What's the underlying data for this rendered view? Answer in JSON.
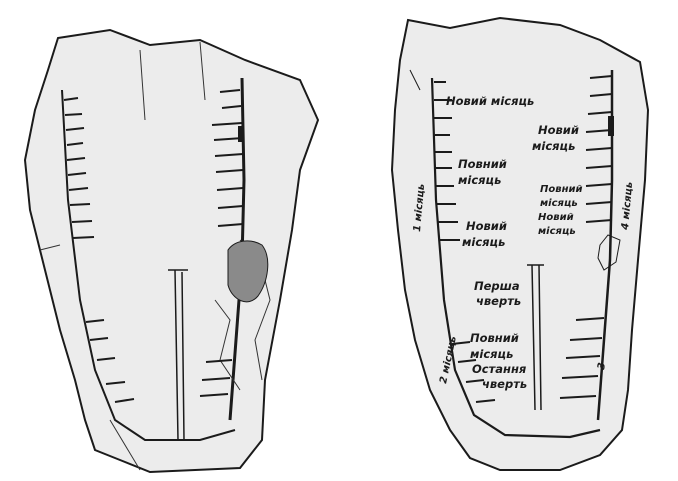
{
  "figure": {
    "labels": {
      "new_moon_1": "Новий місяць",
      "new_moon_2_a": "Новий",
      "new_moon_2_b": "місяць",
      "full_moon_1_a": "Повний",
      "full_moon_1_b": "місяць",
      "full_moon_2_a": "Повний",
      "full_moon_2_b": "місяць",
      "new_moon_3_a": "Новий",
      "new_moon_3_b": "місяць",
      "new_moon_4_a": "Новий",
      "new_moon_4_b": "місяць",
      "first_quarter_a": "Перша",
      "first_quarter_b": "чверть",
      "full_moon_3_a": "Повний",
      "full_moon_3_b": "місяць",
      "last_quarter_a": "Остання",
      "last_quarter_b": "чверть",
      "month_1": "1 місяць",
      "month_2": "2 місяць",
      "month_3": "3",
      "month_4": "4 місяць"
    },
    "colors": {
      "ink": "#1b1b1b",
      "bone": "#e9e9e9",
      "bone_shadow": "#cfcfcf"
    }
  }
}
